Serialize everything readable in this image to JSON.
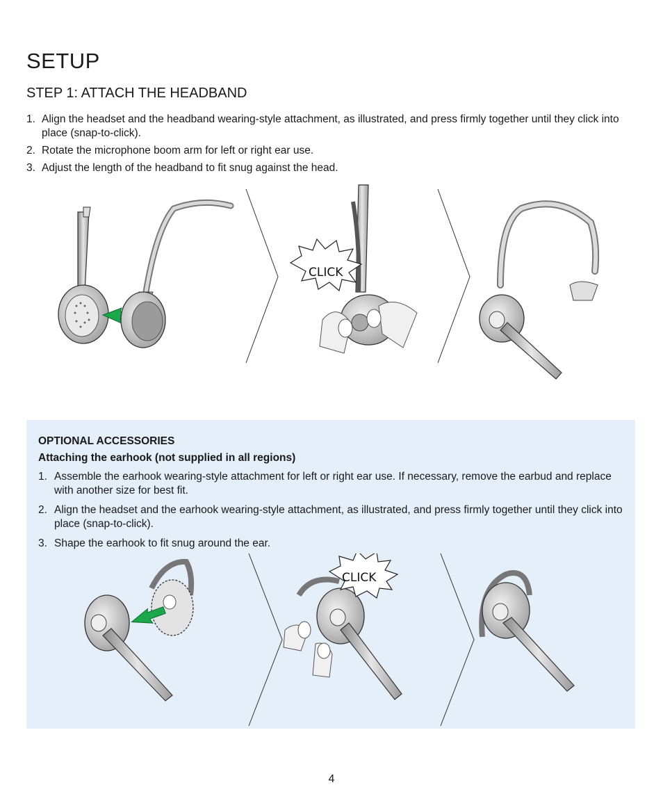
{
  "title": "SETUP",
  "step1": {
    "title": "STEP 1: ATTACH THE HEADBAND",
    "items": [
      {
        "num": "1.",
        "text": "Align the headset and the headband wearing-style attachment, as illustrated, and press firmly together until they click into place (snap-to-click)."
      },
      {
        "num": "2.",
        "text": "Rotate the microphone boom arm for left or right ear use."
      },
      {
        "num": "3.",
        "text": "Adjust the length of the headband to fit snug against the head."
      }
    ],
    "click_label": "CLICK"
  },
  "accessories": {
    "heading": "OPTIONAL ACCESSORIES",
    "subheading": "Attaching the earhook (not supplied in all regions)",
    "items": [
      {
        "num": "1.",
        "text": "Assemble the earhook wearing-style attachment for left or right ear use. If necessary, remove the earbud and replace with another size for best fit."
      },
      {
        "num": "2.",
        "text": "Align the headset and the earhook wearing-style attachment, as illustrated, and press firmly together until they click into place (snap-to-click)."
      },
      {
        "num": "3.",
        "text": "Shape the earhook to fit snug around the ear."
      }
    ],
    "click_label": "CLICK"
  },
  "colors": {
    "panel_bg": "#e4eff9",
    "arrow_green": "#1aa84a",
    "device_grey": "#b8b8b8"
  },
  "page_number": "4"
}
